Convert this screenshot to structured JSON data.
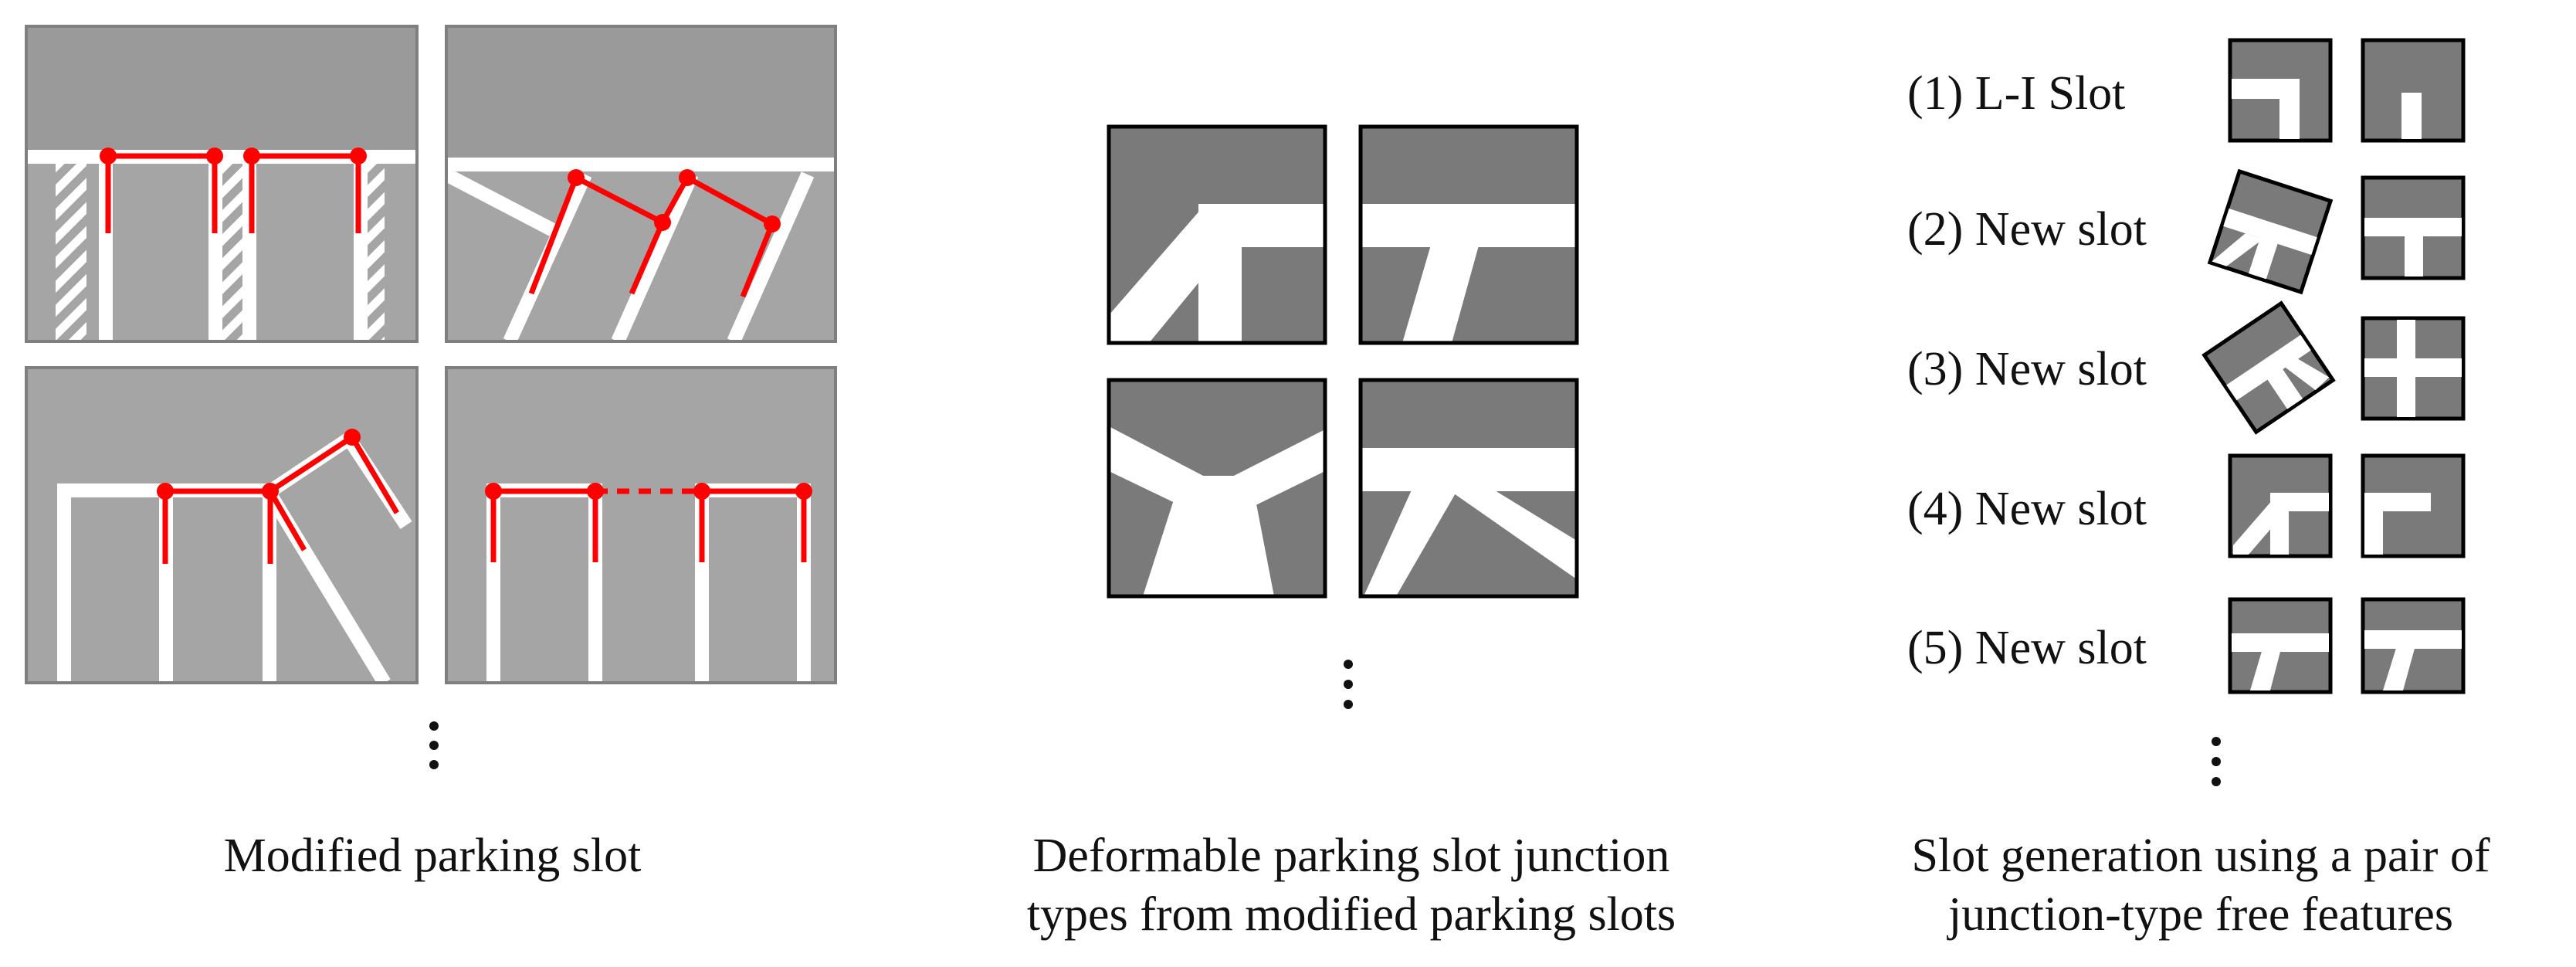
{
  "figure": {
    "panels": [
      {
        "id": "modified-parking-slot",
        "caption": "Modified parking slot"
      },
      {
        "id": "deformable-junction-types",
        "caption": "Deformable parking slot junction\ntypes from modified parking slots"
      },
      {
        "id": "slot-generation",
        "caption": "Slot generation using a pair of\njunction-type free features"
      }
    ],
    "slot_types": [
      {
        "label": "(1) L-I Slot"
      },
      {
        "label": "(2) New slot"
      },
      {
        "label": "(3) New slot"
      },
      {
        "label": "(4) New slot"
      },
      {
        "label": "(5) New slot"
      }
    ],
    "continuation_glyph": "⋮"
  },
  "colors": {
    "scene_background": "#a5a5a5",
    "scene_top_band": "#9a9a9a",
    "scene_border": "#7f7f7f",
    "junction_background": "#7a7a7a",
    "line_white": "#ffffff",
    "marker_red": "#ff0000",
    "tile_border": "#000000",
    "text": "#111111"
  }
}
